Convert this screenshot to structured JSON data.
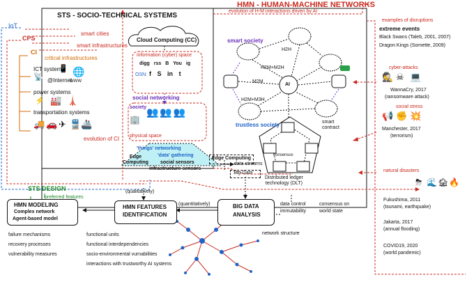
{
  "header": {
    "hmn_title": "HMN - HUMAN-MACHINE NETWORKS",
    "sts_title": "STS - SOCIO-TECHNICAL SYSTEMS",
    "evolution_ai": "evolution of H-M interactions driven by AI"
  },
  "layers": {
    "iot": "IoT",
    "cps": "CPS",
    "ci": "CI",
    "smart_cities": "smart cities",
    "smart_infra": "smart infrastructures",
    "critical_infra": "critical infrastructures",
    "ict": "ICT  systems",
    "internet": "@Internet",
    "www": "WWW",
    "power": "power systems",
    "transport": "transportation systems",
    "evolution_ci": "evolution of CI"
  },
  "cloud": {
    "title": "Cloud Computing (CC)",
    "info_space": "information (cyber) space",
    "osn": "OSN:",
    "social_networking": "social networking",
    "society": "society",
    "physical_space": "physical space",
    "things_networking": "'things' networking",
    "data_gathering": "'data' gathering",
    "edge_computing_label": "Edge\nComputing",
    "social_sensors": "social sensors",
    "infra_sensors": "infrastructure sensors"
  },
  "edge": {
    "edge_computing": "Edge Computing",
    "data_streams": "data streams",
    "big_data": "'Big Data'"
  },
  "network": {
    "smart_society": "smart society",
    "trustless_society": "trustless society",
    "h2h": "H2H",
    "h2m_m2h": "H2M+M2H",
    "m2m": "M2M",
    "h2m_m3h": "H2M+M3H",
    "smart_contract": "smart\ncontract",
    "consensus": "consensus",
    "dlt": "Distributed ledger\ntechnology (DLT)",
    "ai": "AI"
  },
  "disruptions": {
    "title": "examples of disruptions",
    "extreme_events": "extreme events",
    "black_swans": "Black Swans (Taleb, 2001, 2007)",
    "dragon_kings": "Dragon Kings (Sornette, 2009)",
    "cyber_attacks": "cyber-attacks",
    "wannacry": "WannaCry, 2017",
    "ransomware": "(ransomware attack)",
    "social_stress": "social stress",
    "manchester": "Manchester, 2017",
    "terrorism": "(terrorism)",
    "natural_disasters": "natural disasters",
    "fukushima": "Fukushima, 2011",
    "tsunami": "(tsunami, earthquake)",
    "jakarta": "Jakarta, 2017",
    "flooding": "(annual flooding)",
    "covid": "COVID19, 2020",
    "pandemic": "(world pandemic)"
  },
  "design": {
    "sts_design": "STS DESIGN",
    "preferred": "preferred features",
    "qualitatively": "(qualitatively)",
    "quantitatively": "(quantitatively)",
    "hmn_modeling_1": "HMN MODELING",
    "hmn_modeling_2": "Complex network",
    "hmn_modeling_3": "Agent-based model",
    "features_1": "HMN FEATURES",
    "features_2": "IDENTIFICATION",
    "bigdata_1": "BIG DATA",
    "bigdata_2": "ANALYSIS",
    "data_control": "data control",
    "immutability": "immutability",
    "consensus_on": "consensus on",
    "world_state": "world state",
    "network_structure": "network structure",
    "failure": "failure mechanisms",
    "recovery": "recovery processes",
    "vulnerability": "vulnerability measures",
    "functional_units": "functional units",
    "functional_inter": "functional interdependencies",
    "socio_env": "socio-environmental vurnabilities",
    "interactions": "interactions with trustworthy AI systems"
  },
  "osn_icons": [
    "f",
    "S",
    "in",
    "t"
  ],
  "info_icons": [
    "digg",
    "rss",
    "B",
    "You",
    "ig"
  ],
  "colors": {
    "red": "#c8281e",
    "blue": "#1f63c8",
    "purple": "#6a2fb8",
    "green": "#1f8a2a",
    "cyan": "#bff0f5"
  }
}
